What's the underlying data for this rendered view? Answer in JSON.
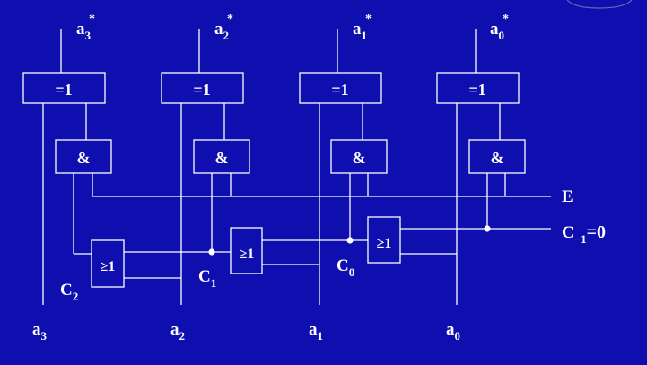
{
  "colors": {
    "background": "#0f0fb0",
    "foreground": "#ffffff"
  },
  "outputs": [
    {
      "base": "a",
      "sub": "3",
      "sup": "*"
    },
    {
      "base": "a",
      "sub": "2",
      "sup": "*"
    },
    {
      "base": "a",
      "sub": "1",
      "sup": "*"
    },
    {
      "base": "a",
      "sub": "0",
      "sup": "*"
    }
  ],
  "inputs": [
    {
      "base": "a",
      "sub": "3"
    },
    {
      "base": "a",
      "sub": "2"
    },
    {
      "base": "a",
      "sub": "1"
    },
    {
      "base": "a",
      "sub": "0"
    }
  ],
  "gates": {
    "xor": "=1",
    "and": "&",
    "or": "≥1"
  },
  "carries": [
    {
      "base": "C",
      "sub": "2"
    },
    {
      "base": "C",
      "sub": "1"
    },
    {
      "base": "C",
      "sub": "0"
    }
  ],
  "enable_label": "E",
  "carry_in": {
    "base": "C",
    "sub": "−1",
    "rest": "=0"
  }
}
